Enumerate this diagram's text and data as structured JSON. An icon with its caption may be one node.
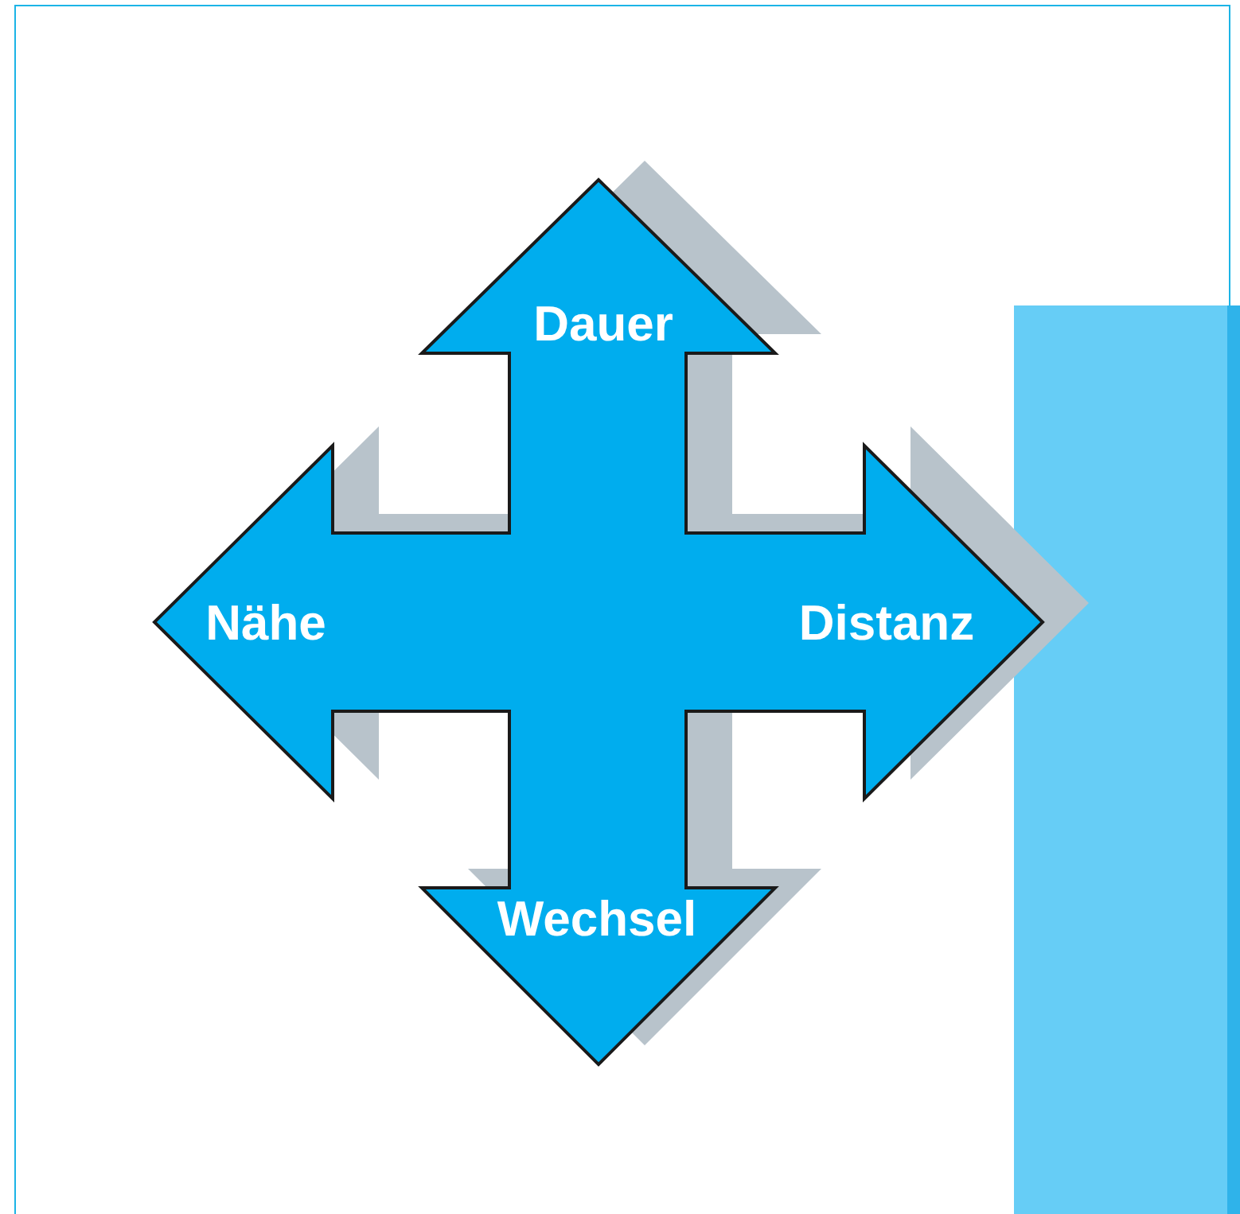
{
  "diagram": {
    "nodes": [
      {
        "text": [
          "Dauer",
          "Nähe",
          "Distanz",
          "Wechsel"
        ]
      }
    ]
  }
}
